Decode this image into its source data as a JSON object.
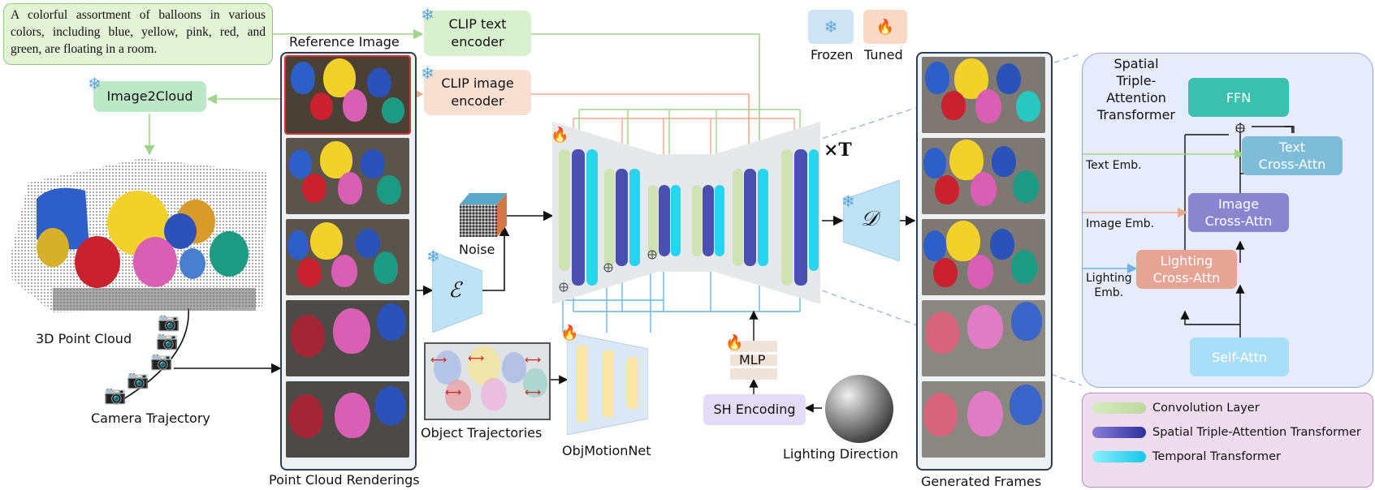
{
  "prompt_text": "A colorful assortment of balloons in various colors, including blue, yellow, pink, red, and green, are floating in a room.",
  "labels": {
    "reference_image": "Reference Image",
    "clip_text": "CLIP text\nencoder",
    "clip_image": "CLIP image\nencoder",
    "image2cloud": "Image2Cloud",
    "point_cloud": "3D Point Cloud",
    "camera_trajectory": "Camera Trajectory",
    "point_cloud_renderings": "Point Cloud Renderings",
    "noise": "Noise",
    "encoder_symbol": "ℰ",
    "decoder_symbol": "𝒟",
    "object_trajectories": "Object Trajectories",
    "objmotionnet": "ObjMotionNet",
    "mlp": "MLP",
    "sh_encoding": "SH Encoding",
    "lighting_direction": "Lighting Direction",
    "frozen": "Frozen",
    "tuned": "Tuned",
    "times_t": "×T",
    "generated_frames": "Generated Frames"
  },
  "panel": {
    "title": "Spatial\nTriple-\nAttention\nTransformer",
    "ffn": "FFN",
    "text_attn": "Text\nCross-Attn",
    "image_attn": "Image\nCross-Attn",
    "lighting_attn": "Lighting\nCross-Attn",
    "self_attn": "Self-Attn",
    "text_emb": "Text Emb.",
    "image_emb": "Image Emb.",
    "lighting_emb": "Lighting\nEmb."
  },
  "legend": [
    {
      "label": "Convolution Layer",
      "color": "#cfe3b4"
    },
    {
      "label": "Spatial Triple-Attention Transformer",
      "color": "#4a4fb0"
    },
    {
      "label": "Temporal Transformer",
      "color": "#27d6ee"
    }
  ],
  "colors": {
    "text_line": "#a9dc99",
    "image_line": "#f2b59c",
    "lighting_line": "#7cc0ea",
    "frozen_icon": "snowflake-icon",
    "tuned_icon": "fire-icon"
  }
}
